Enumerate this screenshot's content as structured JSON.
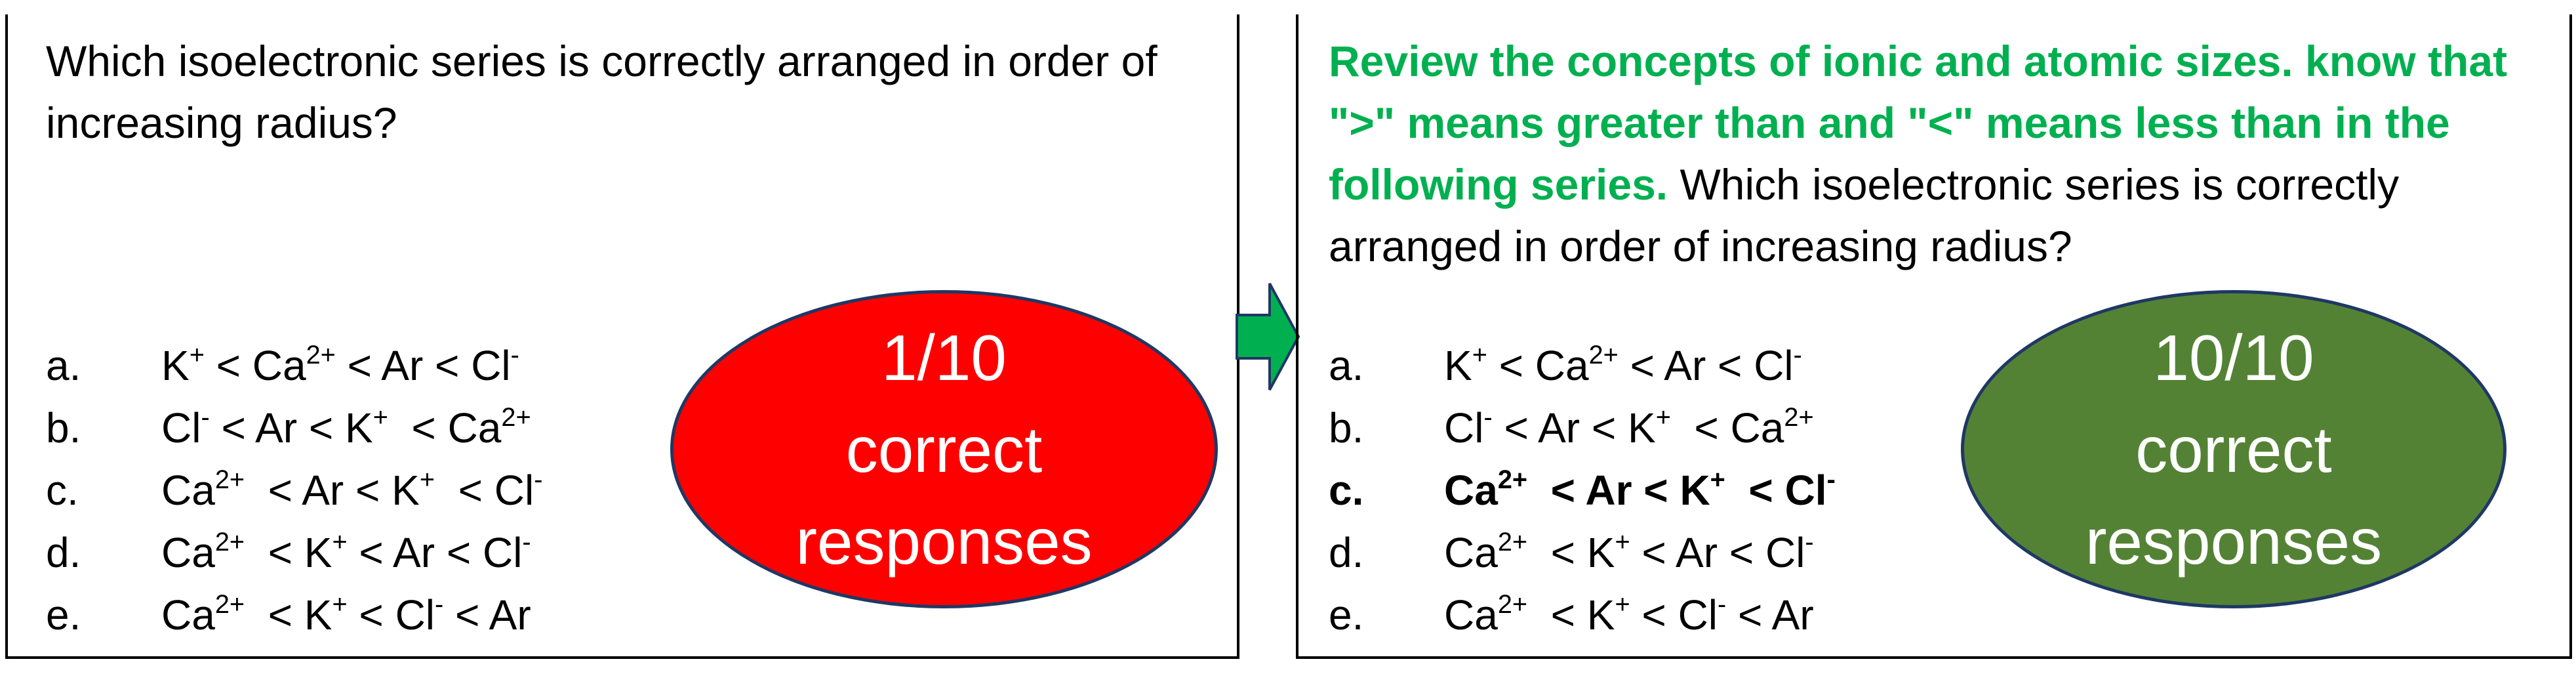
{
  "left": {
    "question": "Which isoelectronic series is correctly arranged in order of increasing radius?",
    "options": [
      {
        "letter": "a.",
        "parts": [
          [
            "K",
            "+"
          ],
          [
            " < Ca",
            "2+"
          ],
          [
            " < Ar < Cl",
            "-"
          ]
        ]
      },
      {
        "letter": "b.",
        "parts": [
          [
            "Cl",
            "-"
          ],
          [
            " < Ar < K",
            "+"
          ],
          [
            "  < Ca",
            "2+"
          ]
        ]
      },
      {
        "letter": "c.",
        "parts": [
          [
            "Ca",
            "2+"
          ],
          [
            "  < Ar < K",
            "+"
          ],
          [
            "  < Cl",
            "-"
          ]
        ]
      },
      {
        "letter": "d.",
        "parts": [
          [
            "Ca",
            "2+"
          ],
          [
            "  < K",
            "+"
          ],
          [
            " < Ar < Cl",
            "-"
          ]
        ]
      },
      {
        "letter": "e.",
        "parts": [
          [
            "Ca",
            "2+"
          ],
          [
            "  < K",
            "+"
          ],
          [
            " < Cl",
            "-"
          ],
          [
            " < Ar",
            ""
          ]
        ]
      }
    ],
    "result": {
      "score": "1/10",
      "line2": "correct",
      "line3": "responses"
    },
    "result_color": "#ff0000"
  },
  "right": {
    "hint": "Review the concepts of ionic and atomic sizes. know that \">\" means greater than and \"<\" means less than in the following series.",
    "question": " Which isoelectronic series is correctly arranged in order of increasing radius?",
    "options": [
      {
        "letter": "a.",
        "parts": [
          [
            "K",
            "+"
          ],
          [
            " < Ca",
            "2+"
          ],
          [
            " < Ar < Cl",
            "-"
          ]
        ]
      },
      {
        "letter": "b.",
        "parts": [
          [
            "Cl",
            "-"
          ],
          [
            " < Ar < K",
            "+"
          ],
          [
            "  < Ca",
            "2+"
          ]
        ]
      },
      {
        "letter": "c.",
        "bold": true,
        "parts": [
          [
            "Ca",
            "2+"
          ],
          [
            "  < Ar < K",
            "+"
          ],
          [
            "  < Cl",
            "-"
          ]
        ]
      },
      {
        "letter": "d.",
        "parts": [
          [
            "Ca",
            "2+"
          ],
          [
            "  < K",
            "+"
          ],
          [
            " < Ar < Cl",
            "-"
          ]
        ]
      },
      {
        "letter": "e.",
        "parts": [
          [
            "Ca",
            "2+"
          ],
          [
            "  < K",
            "+"
          ],
          [
            " < Cl",
            "-"
          ],
          [
            " < Ar",
            ""
          ]
        ]
      }
    ],
    "result": {
      "score": "10/10",
      "line2": "correct",
      "line3": "responses"
    },
    "result_color": "#548235"
  },
  "colors": {
    "hint": "#00b050",
    "arrow": "#00b050",
    "ellipse_border": "#1f3864"
  }
}
